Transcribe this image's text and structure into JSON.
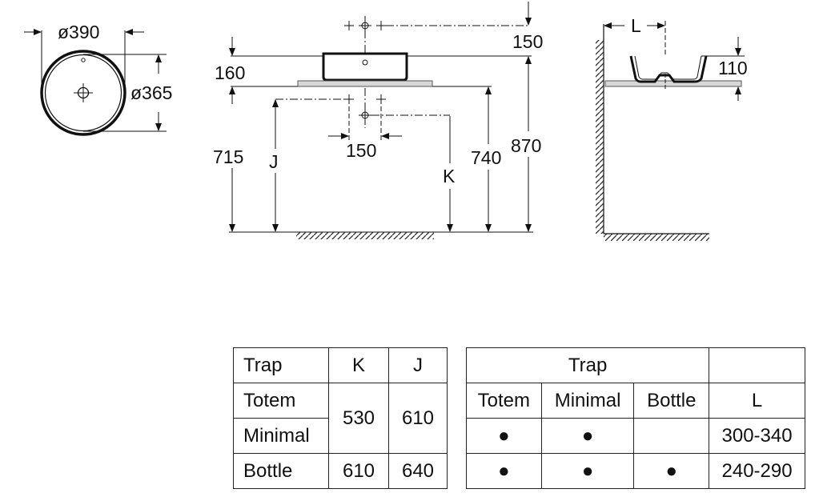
{
  "drawing": {
    "top_view": {
      "outer_diameter_label": "ø390",
      "inner_diameter_label": "ø365"
    },
    "front_view": {
      "dimension_labels": {
        "tap_offset_top": "150",
        "bowl_rim_height": "160",
        "counter_height": "715",
        "j": "J",
        "waste_spacing": "150",
        "k": "K",
        "counter_top_height": "740",
        "overall_height": "870"
      }
    },
    "side_view": {
      "dimension_labels": {
        "wall_distance": "L",
        "bowl_height": "110"
      }
    }
  },
  "table_k_j": {
    "headers": [
      "Trap",
      "K",
      "J"
    ],
    "rows": [
      {
        "trap": "Totem"
      },
      {
        "trap": "Minimal"
      },
      {
        "trap": "Bottle",
        "k": "610",
        "j": "640"
      }
    ],
    "shared_k": "530",
    "shared_j": "610"
  },
  "table_trap_length": {
    "group_header": "Trap",
    "subheaders": [
      "Totem",
      "Minimal",
      "Bottle"
    ],
    "length_header": "L",
    "rows": [
      {
        "totem": "●",
        "minimal": "●",
        "bottle": "",
        "l": "300-340"
      },
      {
        "totem": "●",
        "minimal": "●",
        "bottle": "●",
        "l": "240-290"
      }
    ]
  }
}
